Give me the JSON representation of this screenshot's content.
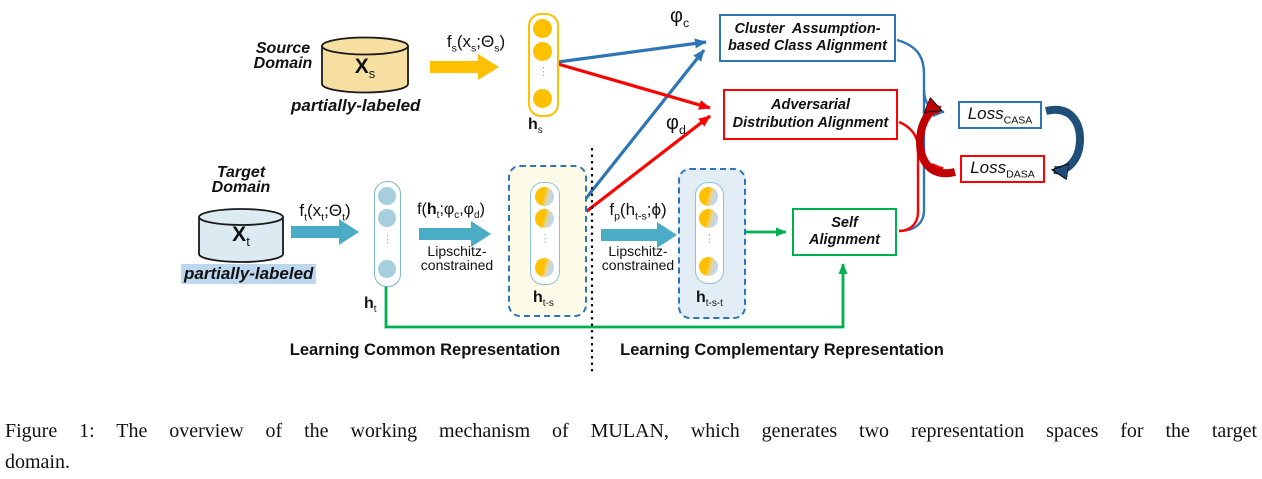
{
  "figure": {
    "source": {
      "title_line1": "Source",
      "title_line2": "Domain",
      "dataset": [
        {
          "t": "X",
          "b": 1
        },
        {
          "t": "s",
          "s": 1
        }
      ],
      "note": "partially-labeled",
      "mapping": [
        {
          "t": "f"
        },
        {
          "t": "s",
          "s": 1
        },
        {
          "t": "(x"
        },
        {
          "t": "s",
          "s": 1
        },
        {
          "t": ";Θ"
        },
        {
          "t": "s",
          "s": 1
        },
        {
          "t": ")"
        }
      ],
      "hidden": [
        {
          "t": "h",
          "b": 1
        },
        {
          "t": "s",
          "s": 1
        }
      ]
    },
    "target": {
      "title_line1": "Target",
      "title_line2": "Domain",
      "dataset": [
        {
          "t": "X",
          "b": 1
        },
        {
          "t": "t",
          "s": 1
        }
      ],
      "note": "partially-labeled",
      "mapping": [
        {
          "t": "f"
        },
        {
          "t": "t",
          "s": 1
        },
        {
          "t": "(x"
        },
        {
          "t": "t",
          "s": 1
        },
        {
          "t": ";Θ"
        },
        {
          "t": "t",
          "s": 1
        },
        {
          "t": ")"
        }
      ],
      "hidden": [
        {
          "t": "h",
          "b": 1
        },
        {
          "t": "t",
          "s": 1
        }
      ]
    },
    "middle": {
      "f_ht": [
        {
          "t": "f("
        },
        {
          "t": "h",
          "b": 1
        },
        {
          "t": "t",
          "s": 1
        },
        {
          "t": ";φ"
        },
        {
          "t": "c",
          "s": 1
        },
        {
          "t": ",φ"
        },
        {
          "t": "d",
          "s": 1
        },
        {
          "t": ")"
        }
      ],
      "lipschitz_line1": "Lipschitz-",
      "lipschitz_line2": "constrained",
      "h_ts": [
        {
          "t": "h",
          "b": 1
        },
        {
          "t": "t-s",
          "s": 1
        }
      ],
      "f_p": [
        {
          "t": "f"
        },
        {
          "t": "p",
          "s": 1
        },
        {
          "t": "(h"
        },
        {
          "t": "t-s",
          "s": 1
        },
        {
          "t": ";ϕ)"
        }
      ],
      "h_tst": [
        {
          "t": "h",
          "b": 1
        },
        {
          "t": "t-s-t",
          "s": 1
        }
      ]
    },
    "classifiers": {
      "phi_c": [
        {
          "t": "φ"
        },
        {
          "t": "c",
          "s": 1
        }
      ],
      "phi_d": [
        {
          "t": "φ"
        },
        {
          "t": "d",
          "s": 1
        }
      ]
    },
    "boxes": {
      "cluster_line1": "Cluster  Assumption-",
      "cluster_line2": "based Class Alignment",
      "adversarial_line1": "Adversarial",
      "adversarial_line2": "Distribution Alignment",
      "self_line1": "Self",
      "self_line2": "Alignment",
      "loss_casa": [
        {
          "t": "Loss",
          "i": 1
        },
        {
          "t": "CASA",
          "s": 1
        }
      ],
      "loss_dasa": [
        {
          "t": "Loss",
          "i": 1
        },
        {
          "t": "DASA",
          "s": 1
        }
      ]
    },
    "section_labels": {
      "common": "Learning Common Representation",
      "complementary": "Learning Complementary Representation"
    },
    "caption": {
      "line1": "Figure 1: The overview of the working mechanism of MULAN, which generates two representation spaces for the target",
      "line2": "domain."
    },
    "icons": {
      "ellipsis": "⋮"
    },
    "colors": {
      "gold": "#FFC000",
      "blue": "#2E75B6",
      "red": "#FF0000",
      "teal": "#4BACC6",
      "green": "#00B050",
      "dark_blue": "#1F4E79",
      "dark_red": "#C00000",
      "source_fill": "#F7DFA2",
      "target_fill": "#DCEAF1",
      "highlight": "#BDD7EE",
      "hts_bg": "#FEFBE9",
      "htst_bg": "#E2EDF6"
    }
  }
}
